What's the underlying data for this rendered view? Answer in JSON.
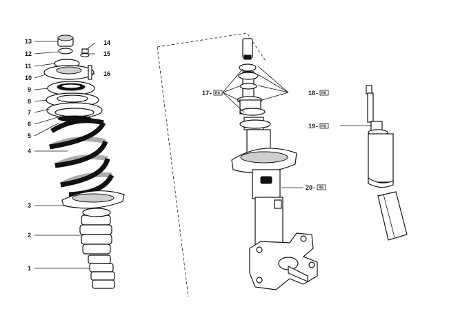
{
  "callouts": [
    {
      "num": "13"
    },
    {
      "num": "12"
    },
    {
      "num": "11"
    },
    {
      "num": "10"
    },
    {
      "num": "9"
    },
    {
      "num": "8"
    },
    {
      "num": "7"
    },
    {
      "num": "6"
    },
    {
      "num": "5"
    },
    {
      "num": "4"
    },
    {
      "num": "3"
    },
    {
      "num": "2"
    },
    {
      "num": "1"
    },
    {
      "num": "14"
    },
    {
      "num": "15"
    },
    {
      "num": "16"
    },
    {
      "num": "17",
      "badge": "RS"
    },
    {
      "num": "18",
      "badge": "RS"
    },
    {
      "num": "19",
      "badge": "RS"
    },
    {
      "num": "20",
      "badge": "RS"
    }
  ],
  "colors": {
    "ink": "#111111",
    "paper": "#ffffff"
  }
}
